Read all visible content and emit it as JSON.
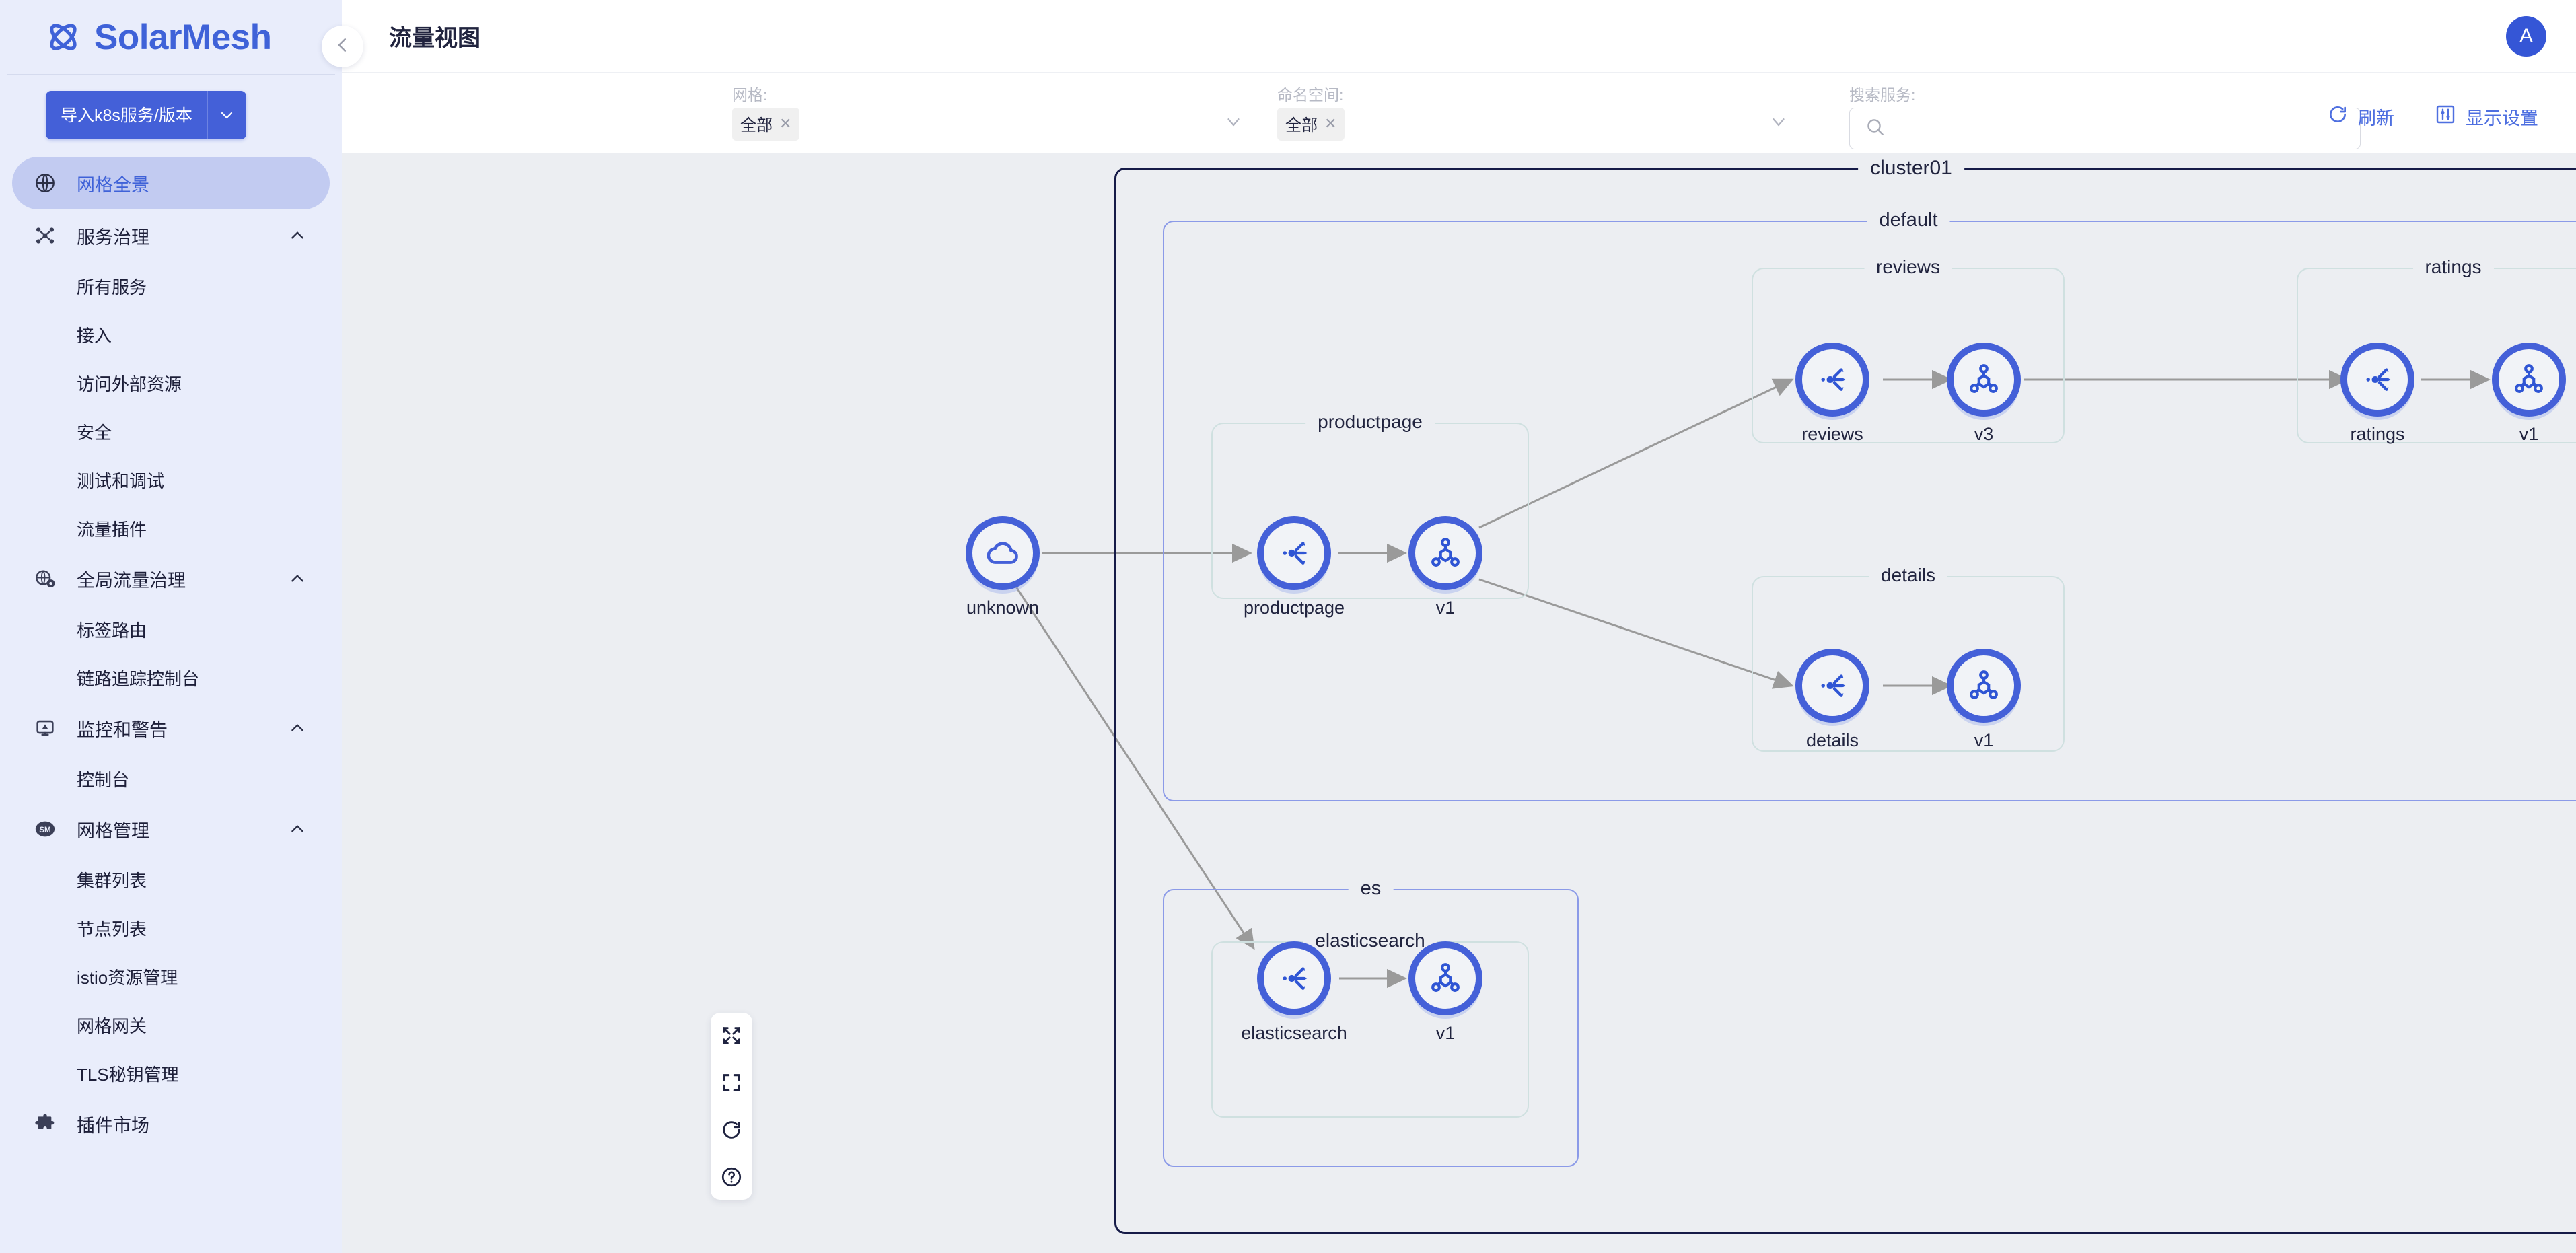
{
  "brand": {
    "name": "SolarMesh",
    "logo_icon": "atom-logo-icon"
  },
  "sidebar": {
    "import_button": {
      "label": "导入k8s服务/版本",
      "caret_icon": "chevron-down-icon"
    },
    "items": [
      {
        "label": "网格全景",
        "icon": "globe-icon",
        "active": true,
        "type": "top"
      },
      {
        "label": "服务治理",
        "icon": "service-mesh-icon",
        "type": "group",
        "chevron": "chevron-up-icon"
      },
      {
        "label": "所有服务",
        "type": "sub"
      },
      {
        "label": "接入",
        "type": "sub"
      },
      {
        "label": "访问外部资源",
        "type": "sub"
      },
      {
        "label": "安全",
        "type": "sub"
      },
      {
        "label": "测试和调试",
        "type": "sub"
      },
      {
        "label": "流量插件",
        "type": "sub"
      },
      {
        "label": "全局流量治理",
        "icon": "globe-gear-icon",
        "type": "group",
        "chevron": "chevron-up-icon"
      },
      {
        "label": "标签路由",
        "type": "sub"
      },
      {
        "label": "链路追踪控制台",
        "type": "sub"
      },
      {
        "label": "监控和警告",
        "icon": "monitor-alert-icon",
        "type": "group",
        "chevron": "chevron-up-icon"
      },
      {
        "label": "控制台",
        "type": "sub"
      },
      {
        "label": "网格管理",
        "icon": "sm-badge-icon",
        "type": "group",
        "chevron": "chevron-up-icon"
      },
      {
        "label": "集群列表",
        "type": "sub"
      },
      {
        "label": "节点列表",
        "type": "sub"
      },
      {
        "label": "istio资源管理",
        "type": "sub"
      },
      {
        "label": "网格网关",
        "type": "sub"
      },
      {
        "label": "TLS秘钥管理",
        "type": "sub"
      },
      {
        "label": "插件市场",
        "icon": "puzzle-icon",
        "type": "top"
      }
    ]
  },
  "header": {
    "title": "流量视图",
    "avatar_initial": "A",
    "collapse_icon": "chevron-left-icon"
  },
  "filters": {
    "mesh": {
      "label": "网格:",
      "value": "全部",
      "remove_icon": "close-icon",
      "caret_icon": "chevron-down-icon"
    },
    "namespace": {
      "label": "命名空间:",
      "value": "全部",
      "remove_icon": "close-icon",
      "caret_icon": "chevron-down-icon"
    },
    "search": {
      "label": "搜索服务:",
      "placeholder": "",
      "value": "",
      "icon": "search-icon"
    }
  },
  "actions": [
    {
      "label": "刷新",
      "icon": "refresh-icon"
    },
    {
      "label": "显示设置",
      "icon": "sliders-icon"
    }
  ],
  "graph_tools": [
    {
      "name": "expand-arrows-icon"
    },
    {
      "name": "fit-screen-icon"
    },
    {
      "name": "reload-icon"
    },
    {
      "name": "help-circle-icon"
    }
  ],
  "graph": {
    "cluster": {
      "label": "cluster01"
    },
    "namespaces": [
      {
        "label": "default"
      },
      {
        "label": "es"
      }
    ],
    "services": [
      {
        "label": "productpage"
      },
      {
        "label": "reviews"
      },
      {
        "label": "ratings"
      },
      {
        "label": "details"
      },
      {
        "label": "elasticsearch"
      }
    ],
    "nodes": [
      {
        "id": "unknown",
        "label": "unknown",
        "icon": "cloud-icon"
      },
      {
        "id": "productpage",
        "label": "productpage",
        "icon": "service-node-icon"
      },
      {
        "id": "productpage-v1",
        "label": "v1",
        "icon": "workload-node-icon"
      },
      {
        "id": "reviews",
        "label": "reviews",
        "icon": "service-node-icon"
      },
      {
        "id": "reviews-v3",
        "label": "v3",
        "icon": "workload-node-icon"
      },
      {
        "id": "ratings",
        "label": "ratings",
        "icon": "service-node-icon"
      },
      {
        "id": "ratings-v1",
        "label": "v1",
        "icon": "workload-node-icon"
      },
      {
        "id": "details",
        "label": "details",
        "icon": "service-node-icon"
      },
      {
        "id": "details-v1",
        "label": "v1",
        "icon": "workload-node-icon"
      },
      {
        "id": "elasticsearch",
        "label": "elasticsearch",
        "icon": "service-node-icon"
      },
      {
        "id": "elasticsearch-v1",
        "label": "v1",
        "icon": "workload-node-icon"
      }
    ],
    "edges": [
      {
        "from": "unknown",
        "to": "productpage"
      },
      {
        "from": "productpage",
        "to": "productpage-v1"
      },
      {
        "from": "productpage-v1",
        "to": "reviews"
      },
      {
        "from": "productpage-v1",
        "to": "details"
      },
      {
        "from": "reviews",
        "to": "reviews-v3"
      },
      {
        "from": "reviews-v3",
        "to": "ratings"
      },
      {
        "from": "ratings",
        "to": "ratings-v1"
      },
      {
        "from": "details",
        "to": "details-v1"
      },
      {
        "from": "unknown",
        "to": "elasticsearch"
      },
      {
        "from": "elasticsearch",
        "to": "elasticsearch-v1"
      }
    ]
  },
  "colors": {
    "brand": "#3f62d8",
    "sidebar_bg": "#e9edfb",
    "active_item": "#c2cbf1",
    "canvas_bg": "#eceef2",
    "node_ring": "#4460d8",
    "cluster_border": "#161b48",
    "namespace_border": "#8b9ae8",
    "service_border": "#cfe0e0",
    "edge": "#9a9a9a"
  }
}
